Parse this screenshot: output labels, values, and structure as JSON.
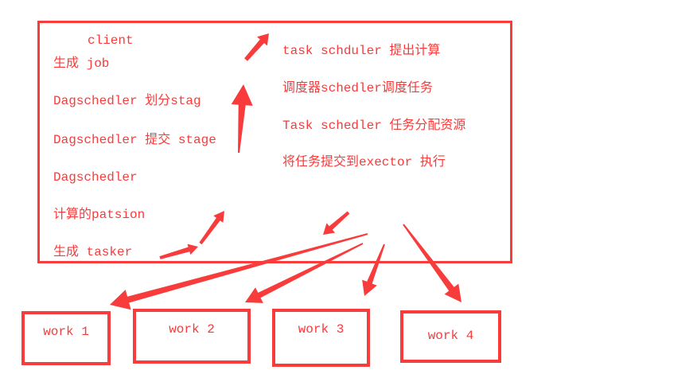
{
  "colors": {
    "red": "#f83b3b",
    "background": "#ffffff"
  },
  "box": {
    "left_lines": [
      "client",
      "生成 job",
      "Dagschedler 划分stag",
      "Dagschedler 提交 stage",
      "Dagschedler",
      "计算的patsion",
      "生成 tasker"
    ],
    "right_lines": [
      "task schduler 提出计算",
      "调度器schedler调度任务",
      "Task schedler 任务分配资源",
      "将任务提交到exector 执行"
    ]
  },
  "workers": [
    "work 1",
    "work 2",
    "work 3",
    "work 4"
  ],
  "icons": {
    "arrows": [
      "arrow-client-to-task-scheduler",
      "arrow-stage-flow-up",
      "arrow-tasker-right",
      "arrow-tasker-up-right",
      "arrow-dispatch-down-left",
      "arrow-to-work-1",
      "arrow-to-work-2",
      "arrow-to-work-3",
      "arrow-to-work-4"
    ]
  }
}
